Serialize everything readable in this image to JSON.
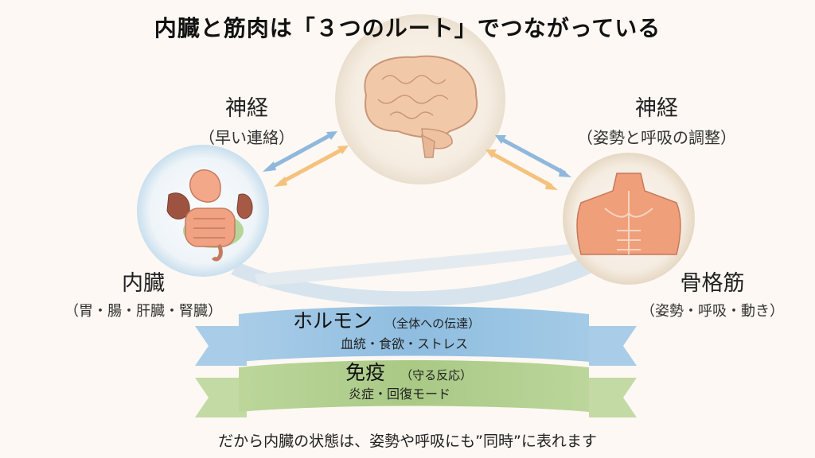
{
  "title": "内臓と筋肉は「３つのルート」でつながっている",
  "nodes": {
    "brain": {
      "icon": "brain-icon"
    },
    "organs": {
      "icon": "internal-organs-icon",
      "label": "内臓",
      "sub": "（胃・腸・肝臓・腎臓）"
    },
    "muscles": {
      "icon": "skeletal-muscle-icon",
      "label": "骨格筋",
      "sub": "（姿勢・呼吸・動き）"
    }
  },
  "routes": {
    "nerve_left": {
      "label": "神経",
      "sub": "（早い連絡）"
    },
    "nerve_right": {
      "label": "神経",
      "sub": "（姿勢と呼吸の調整）"
    },
    "hormone": {
      "label": "ホルモン",
      "note": "（全体への伝達）",
      "sub": "血統・食欲・ストレス"
    },
    "immune": {
      "label": "免疫",
      "note": "（守る反応）",
      "sub": "炎症・回復モード"
    }
  },
  "footer": "だから内臓の状態は、姿勢や呼吸にも”同時”に表れます",
  "colors": {
    "background": "#fdf8f3",
    "arrow_blue": "#8fb8dc",
    "arrow_orange": "#f5c27e",
    "ribbon_blue": "#9cc5e4",
    "ribbon_green": "#b5d08e",
    "circle_blue_ring": "#c9dfee",
    "circle_beige_ring": "#eadfcf"
  }
}
